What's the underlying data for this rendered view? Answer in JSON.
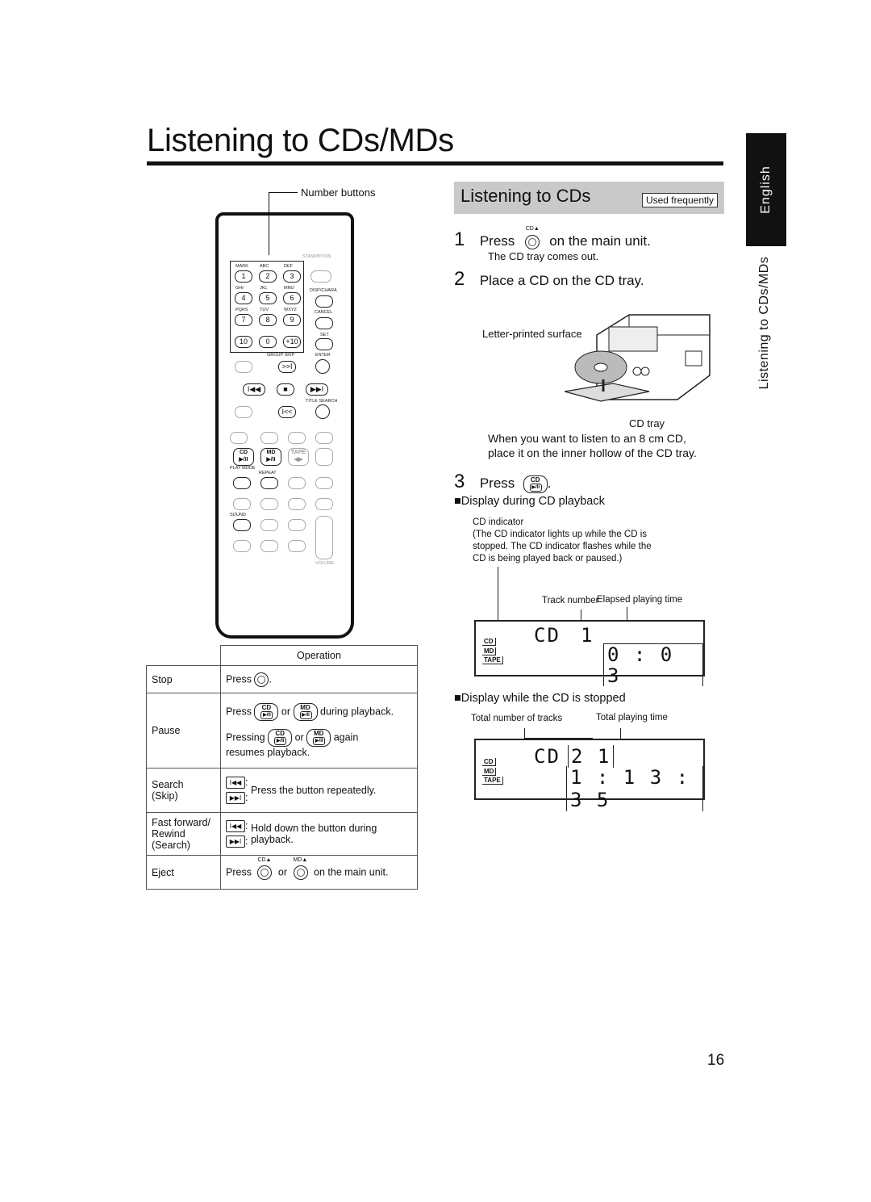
{
  "page": {
    "title": "Listening to CDs/MDs",
    "side_tab": "English",
    "side_label": "Listening to CDs/MDs",
    "page_number": "16"
  },
  "remote": {
    "callout": "Number buttons",
    "numpad": [
      {
        "top": "MARK",
        "key": "1"
      },
      {
        "top": "ABC",
        "key": "2"
      },
      {
        "top": "DEF",
        "key": "3"
      },
      {
        "top": "GHI",
        "key": "4"
      },
      {
        "top": "JKL",
        "key": "5"
      },
      {
        "top": "MNO",
        "key": "6"
      },
      {
        "top": "PQRS",
        "key": "7"
      },
      {
        "top": "TUV",
        "key": "8"
      },
      {
        "top": "WXYZ",
        "key": "9"
      },
      {
        "top": "",
        "key": "10"
      },
      {
        "top": "",
        "key": "0"
      },
      {
        "top": "",
        "key": "+10"
      }
    ],
    "labels": {
      "standby": "STANDBY/ON",
      "disp": "DISP/CHARA",
      "cancel": "CANCEL",
      "set": "SET",
      "enter": "ENTER",
      "group_skip": "GROUP SKIP",
      "title_search": "TITLE SEARCH",
      "cd": "CD",
      "md": "MD",
      "tape": "TAPE",
      "play_mode": "PLAY MODE",
      "repeat": "REPEAT",
      "sound": "SOUND",
      "volume": "VOLUME"
    }
  },
  "section": {
    "heading": "Listening to CDs",
    "badge": "Used frequently"
  },
  "steps": [
    {
      "num": "1",
      "pre": "Press",
      "icon_label": "CD▲",
      "post": "on the main unit.",
      "note": "The CD tray comes out."
    },
    {
      "num": "2",
      "text": "Place a CD on the CD tray."
    },
    {
      "num": "3",
      "pre": "Press",
      "icon_label": "CD",
      "post": "."
    }
  ],
  "figure": {
    "surface_label": "Letter-printed surface",
    "tray_label": "CD tray",
    "note_line1": "When you want to listen to an 8 cm CD,",
    "note_line2": "place it on the inner hollow of the CD tray."
  },
  "display_playback": {
    "heading": "Display during CD playback",
    "ind_title": "CD indicator",
    "ind_desc1": "(The CD indicator lights up while the CD is",
    "ind_desc2": "stopped. The CD indicator flashes while the",
    "ind_desc3": "CD is being played back or paused.)",
    "elapsed_label": "Elapsed playing time",
    "track_label": "Track number",
    "source": "CD",
    "track": "1",
    "time": "0 : 0 3",
    "indicators": [
      "CD",
      "MD",
      "TAPE"
    ]
  },
  "display_stopped": {
    "heading": "Display while the CD is stopped",
    "tracks_label": "Total number of tracks",
    "time_label": "Total playing time",
    "source": "CD",
    "tracks": "2 1",
    "time": "1 : 1 3 : 3 5",
    "indicators": [
      "CD",
      "MD",
      "TAPE"
    ]
  },
  "operations": {
    "header": "Operation",
    "rows": [
      {
        "name": "Stop",
        "text": "Press"
      },
      {
        "name": "Pause",
        "line1_pre": "Press",
        "line1_mid": "or",
        "line1_post": "during playback.",
        "line2_pre": "Pressing",
        "line2_mid": "or",
        "line2_post": "again",
        "line3": "resumes playback."
      },
      {
        "name1": "Search",
        "name2": "(Skip)",
        "text": "Press the button repeatedly."
      },
      {
        "name1": "Fast forward/",
        "name2": "Rewind",
        "name3": "(Search)",
        "text1": "Hold down the button during",
        "text2": "playback."
      },
      {
        "name": "Eject",
        "pre": "Press",
        "mid": "or",
        "post": "on the main unit.",
        "icon1": "CD▲",
        "icon2": "MD▲"
      }
    ]
  }
}
